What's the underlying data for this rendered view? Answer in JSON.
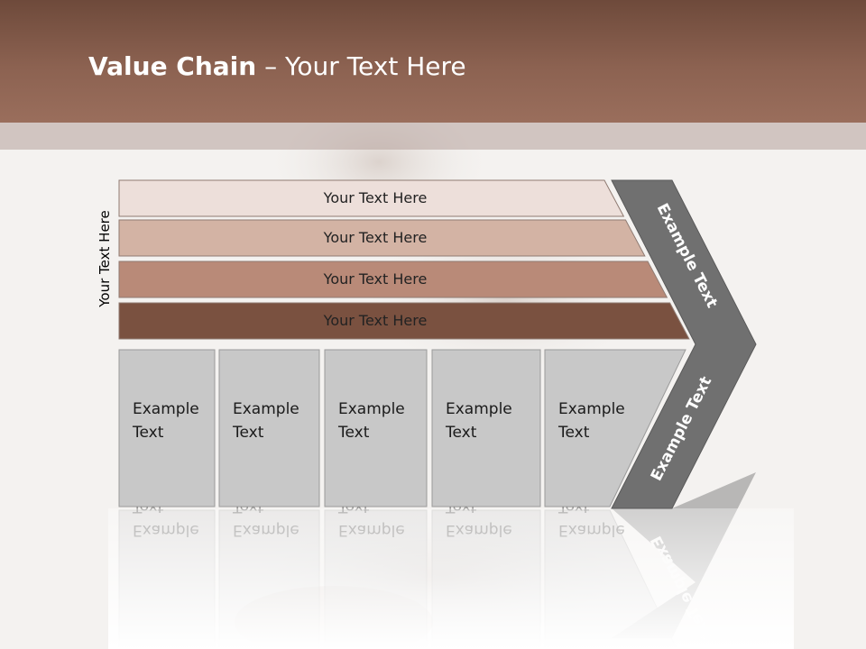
{
  "slide": {
    "title_bold": "Value Chain",
    "title_rest": " – Your Text Here",
    "side_label": "Your Text Here"
  },
  "bars": [
    {
      "label": "Your Text Here",
      "color": "#eddfda"
    },
    {
      "label": "Your Text Here",
      "color": "#d3b3a4"
    },
    {
      "label": "Your Text Here",
      "color": "#b98a78"
    },
    {
      "label": "Your Text Here",
      "color": "#7a5140"
    }
  ],
  "boxes": [
    {
      "line1": "Example",
      "line2": "Text"
    },
    {
      "line1": "Example",
      "line2": "Text"
    },
    {
      "line1": "Example",
      "line2": "Text"
    },
    {
      "line1": "Example",
      "line2": "Text"
    },
    {
      "line1": "Example",
      "line2": "Text"
    }
  ],
  "chevron": {
    "upper_label": "Example Text",
    "lower_label": "Example Text",
    "color": "#707070"
  },
  "colors": {
    "title_bar": "#8c6251",
    "box_fill": "#c8c8c8"
  }
}
